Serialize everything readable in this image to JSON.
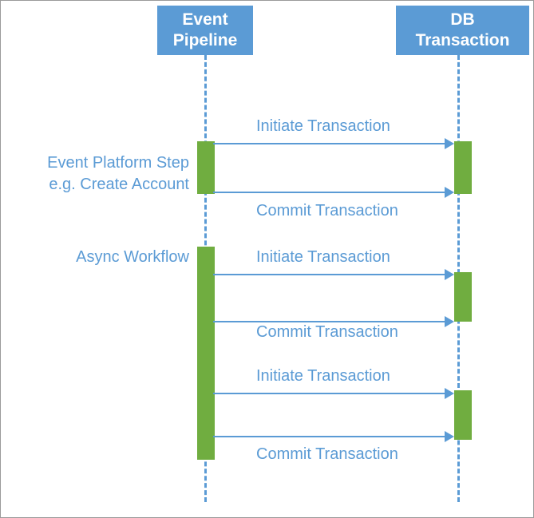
{
  "diagram": {
    "type": "sequence-diagram",
    "title": "Event Pipeline / DB Transaction sequence",
    "colors": {
      "participant_fill": "#5B9BD5",
      "participant_text": "#FFFFFF",
      "lifeline": "#5B9BD5",
      "activation_fill": "#70AD40",
      "message_line": "#5B9BD5",
      "message_text": "#5B9BD5",
      "annotation_text": "#5B9BD5",
      "canvas_background": "#FFFFFF",
      "canvas_border": "#9A9A9A"
    }
  },
  "participants": [
    {
      "id": "event-pipeline",
      "line1": "Event",
      "line2": "Pipeline"
    },
    {
      "id": "db-transaction",
      "line1": "DB",
      "line2": "Transaction"
    }
  ],
  "annotations": [
    {
      "id": "event-platform-step",
      "line1": "Event Platform Step",
      "line2": "e.g. Create Account"
    },
    {
      "id": "async-workflow",
      "line1": "Async Workflow",
      "line2": ""
    }
  ],
  "messages": [
    {
      "id": "msg-1",
      "label": "Initiate Transaction",
      "direction": "right",
      "from": "event-pipeline",
      "to": "db-transaction"
    },
    {
      "id": "msg-2",
      "label": "Commit Transaction",
      "direction": "right",
      "from": "event-pipeline",
      "to": "db-transaction"
    },
    {
      "id": "msg-3",
      "label": "Initiate Transaction",
      "direction": "right",
      "from": "event-pipeline",
      "to": "db-transaction"
    },
    {
      "id": "msg-4",
      "label": "Commit Transaction",
      "direction": "right",
      "from": "event-pipeline",
      "to": "db-transaction"
    },
    {
      "id": "msg-5",
      "label": "Initiate Transaction",
      "direction": "right",
      "from": "event-pipeline",
      "to": "db-transaction"
    },
    {
      "id": "msg-6",
      "label": "Commit Transaction",
      "direction": "right",
      "from": "event-pipeline",
      "to": "db-transaction"
    }
  ]
}
